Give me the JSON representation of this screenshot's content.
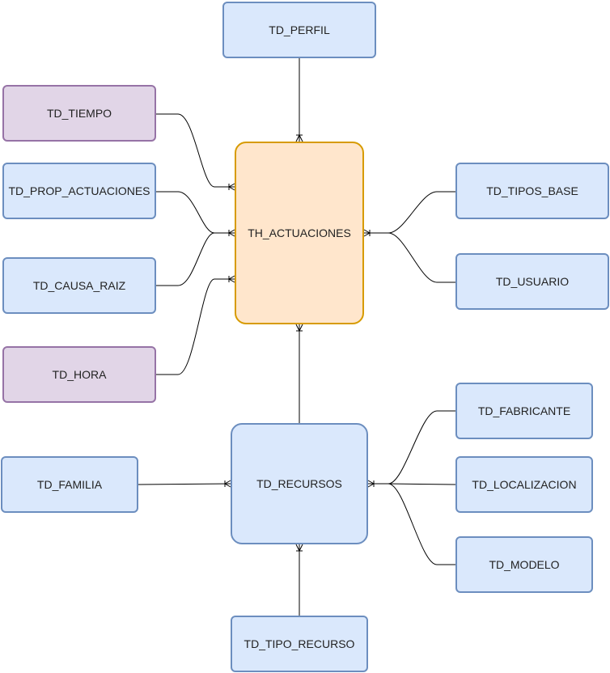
{
  "diagram": {
    "entities": {
      "td_perfil": "TD_PERFIL",
      "td_tiempo": "TD_TIEMPO",
      "td_prop_actuaciones": "TD_PROP_ACTUACIONES",
      "td_causa_raiz": "TD_CAUSA_RAIZ",
      "td_hora": "TD_HORA",
      "th_actuaciones": "TH_ACTUACIONES",
      "td_tipos_base": "TD_TIPOS_BASE",
      "td_usuario": "TD_USUARIO",
      "td_fabricante": "TD_FABRICANTE",
      "td_localizacion": "TD_LOCALIZACION",
      "td_modelo": "TD_MODELO",
      "td_familia": "TD_FAMILIA",
      "td_recursos": "TD_RECURSOS",
      "td_tipo_recurso": "TD_TIPO_RECURSO"
    },
    "colors": {
      "dimension_fill": "#dae8fc",
      "dimension_stroke": "#6c8ebf",
      "time_fill": "#e1d5e7",
      "time_stroke": "#9673a6",
      "fact_fill": "#ffe6cc",
      "fact_stroke": "#d79b00",
      "edge": "#000000"
    }
  }
}
